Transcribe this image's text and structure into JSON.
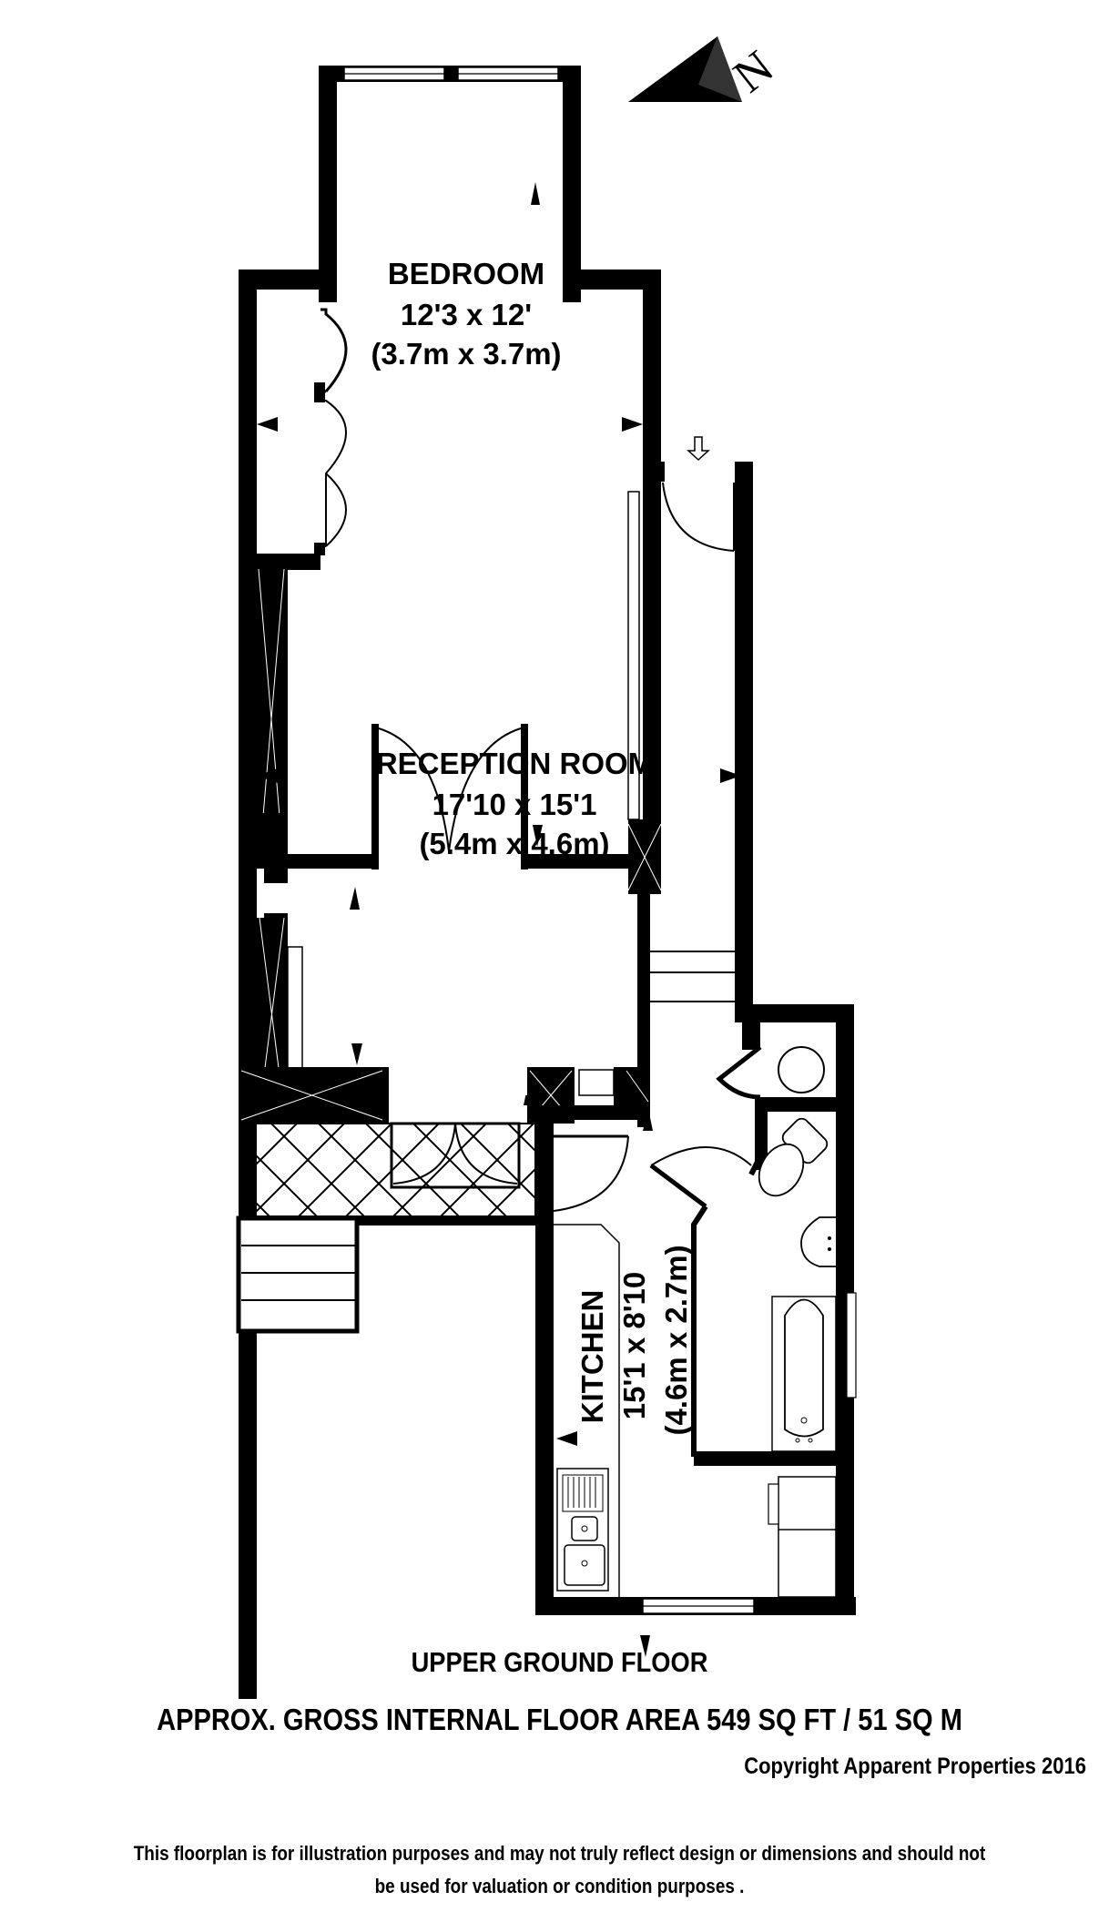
{
  "plan": {
    "floor_name": "UPPER GROUND FLOOR",
    "area_text": "APPROX. GROSS INTERNAL FLOOR AREA 549 SQ FT / 51 SQ M",
    "copyright": "Copyright Apparent Properties 2016",
    "disclaimer_line1": "This floorplan is for illustration purposes and may not truly reflect design or dimensions and should not",
    "disclaimer_line2": "be used for valuation or condition purposes  .",
    "compass_letter": "N"
  },
  "rooms": {
    "bedroom": {
      "name": "BEDROOM",
      "imperial": "12'3 x 12'",
      "metric": "(3.7m x 3.7m)"
    },
    "reception": {
      "name": "RECEPTION ROOM",
      "imperial": "17'10 x 15'1",
      "metric": "(5.4m x 4.6m)"
    },
    "kitchen": {
      "name": "KITCHEN",
      "imperial": "15'1 x 8'10",
      "metric": "(4.6m x 2.7m)"
    }
  },
  "colors": {
    "wall": "#000000",
    "background": "#ffffff"
  }
}
